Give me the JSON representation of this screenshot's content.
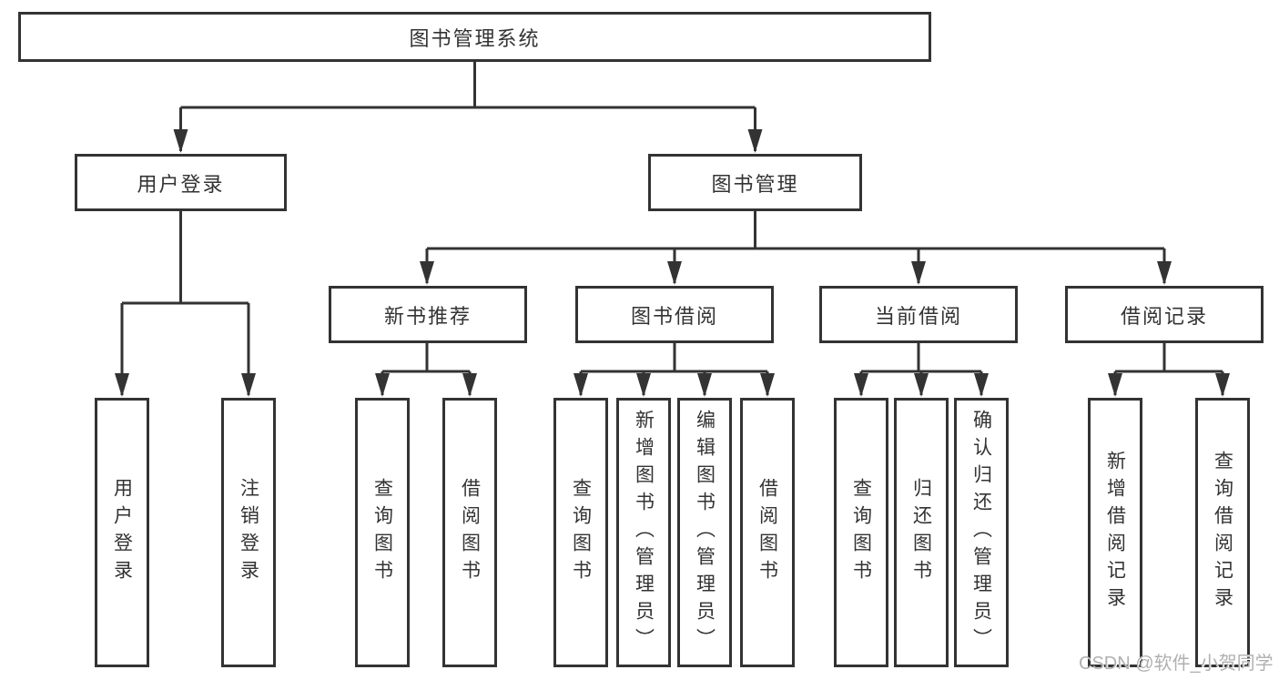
{
  "tree": {
    "root": {
      "label": "图书管理系统"
    },
    "branches": [
      {
        "label": "用户登录",
        "children": [
          {
            "label": "用户登录"
          },
          {
            "label": "注销登录"
          }
        ]
      },
      {
        "label": "图书管理",
        "children": [
          {
            "label": "新书推荐",
            "children": [
              {
                "label": "查询图书"
              },
              {
                "label": "借阅图书"
              }
            ]
          },
          {
            "label": "图书借阅",
            "children": [
              {
                "label": "查询图书"
              },
              {
                "label": "新增图书（管理员）"
              },
              {
                "label": "编辑图书（管理员）"
              },
              {
                "label": "借阅图书"
              }
            ]
          },
          {
            "label": "当前借阅",
            "children": [
              {
                "label": "查询图书"
              },
              {
                "label": "归还图书"
              },
              {
                "label": "确认归还（管理员）"
              }
            ]
          },
          {
            "label": "借阅记录",
            "children": [
              {
                "label": "新增借阅记录"
              },
              {
                "label": "查询借阅记录"
              }
            ]
          }
        ]
      }
    ]
  },
  "watermark": {
    "text": "CSDN @软件_小贺同学"
  },
  "colors": {
    "line": "#333333",
    "box_border": "#333333",
    "text": "#333333",
    "background": "#ffffff",
    "watermark": "#b0b0b0"
  }
}
